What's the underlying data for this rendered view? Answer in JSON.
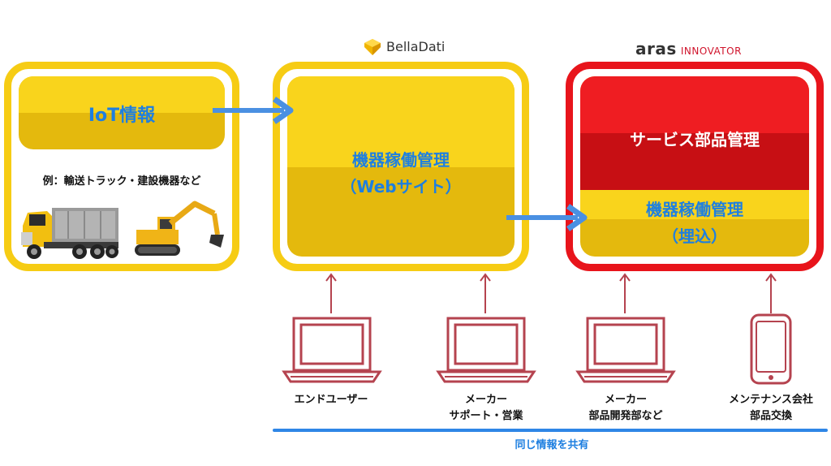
{
  "top_caption": "",
  "brands": {
    "bella": "BellaDati",
    "aras_main": "aras",
    "aras_sub": "INNOVATOR"
  },
  "iot_box": {
    "title": "IoT情報",
    "example": "例：輸送トラック・建設機器など"
  },
  "bella_box": {
    "line1": "機器稼働管理",
    "line2": "（Webサイト）"
  },
  "aras_box": {
    "top": "サービス部品管理",
    "bottom_line1": "機器稼働管理",
    "bottom_line2": "（埋込）"
  },
  "devices": [
    {
      "type": "laptop-icon",
      "line1": "エンドユーザー",
      "line2": ""
    },
    {
      "type": "laptop-icon",
      "line1": "メーカー",
      "line2": "サポート・営業"
    },
    {
      "type": "laptop-icon",
      "line1": "メーカー",
      "line2": "部品開発部など"
    },
    {
      "type": "smartphone-icon",
      "line1": "メンテナンス会社",
      "line2": "部品交換"
    }
  ],
  "shared_label": "同じ情報を共有",
  "colors": {
    "yellow": "#f6cc14",
    "yellow_dark": "#e4b90d",
    "red": "#e8141b",
    "red_dark": "#c70f14",
    "blue": "#1e7fe0",
    "arrow_blue": "#4a90e2",
    "device_red": "#b5434f",
    "line_blue": "#2f86e6"
  }
}
